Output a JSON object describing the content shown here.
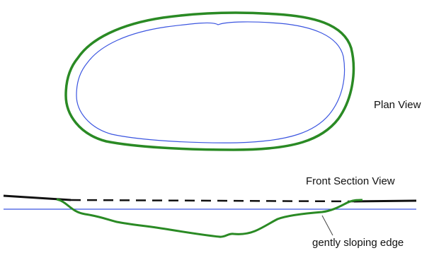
{
  "labels": {
    "plan_view": "Plan View",
    "front_section_view": "Front Section View",
    "edge_note": "gently sloping edge"
  },
  "colors": {
    "outer_outline": "#2a8a24",
    "inner_outline": "#3b55e0",
    "ground_line": "#111111",
    "water_level": "#3b55e0",
    "label_text": "#111111"
  }
}
